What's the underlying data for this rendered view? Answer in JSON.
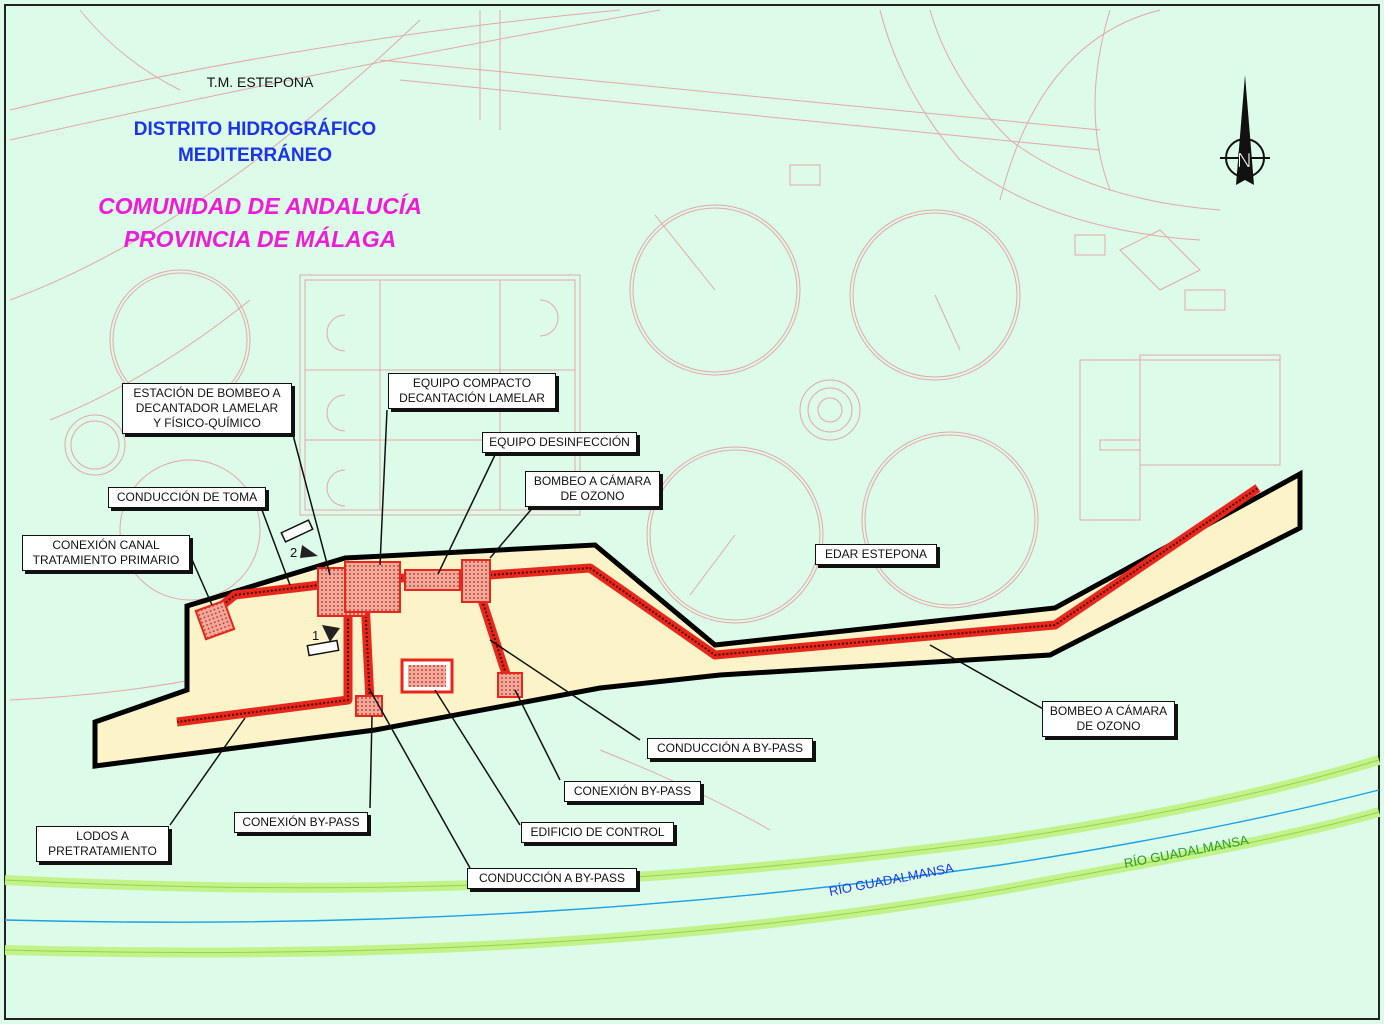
{
  "header": {
    "municipality": "T.M. ESTEPONA",
    "district_line1": "DISTRITO HIDROGRÁFICO",
    "district_line2": "MEDITERRÁNEO",
    "region_line1": "COMUNIDAD DE ANDALUCÍA",
    "region_line2": "PROVINCIA DE MÁLAGA"
  },
  "north_arrow": {
    "letter": "N",
    "icon": "north-arrow-icon"
  },
  "photo_points": [
    "1",
    "2"
  ],
  "callouts": {
    "estacion_bombeo": "ESTACIÓN DE BOMBEO A\nDECANTADOR LAMELAR\nY FÍSICO-QUÍMICO",
    "equipo_compacto": "EQUIPO COMPACTO\nDECANTACIÓN LAMELAR",
    "equipo_desinfeccion": "EQUIPO DESINFECCIÓN",
    "bombeo_camara_1": "BOMBEO A CÁMARA\nDE OZONO",
    "conduccion_toma": "CONDUCCIÓN DE TOMA",
    "conexion_canal": "CONEXIÓN CANAL\nTRATAMIENTO PRIMARIO",
    "edar": "EDAR ESTEPONA",
    "bombeo_camara_2": "BOMBEO A CÁMARA\nDE OZONO",
    "conduccion_bypass_1": "CONDUCCIÓN A BY-PASS",
    "conexion_bypass_1": "CONEXIÓN BY-PASS",
    "edificio_control": "EDIFICIO DE CONTROL",
    "conexion_bypass_2": "CONEXIÓN BY-PASS",
    "lodos": "LODOS A\nPRETRATAMIENTO",
    "conduccion_bypass_2": "CONDUCCIÓN A BY-PASS"
  },
  "rivers": {
    "label_1": "RÍO GUADALMANSA",
    "label_2": "RÍO GUADALMANSA"
  },
  "colors": {
    "background": "#dcfbe8",
    "site_fill": "#fdf3c8",
    "pipe": "#e8271c",
    "basemap_lines": "#e4a8a8",
    "river_band": "#c3f28a",
    "river_line": "#1aa0e6",
    "district_text": "#1b34e8",
    "region_text": "#ee1bd8"
  }
}
